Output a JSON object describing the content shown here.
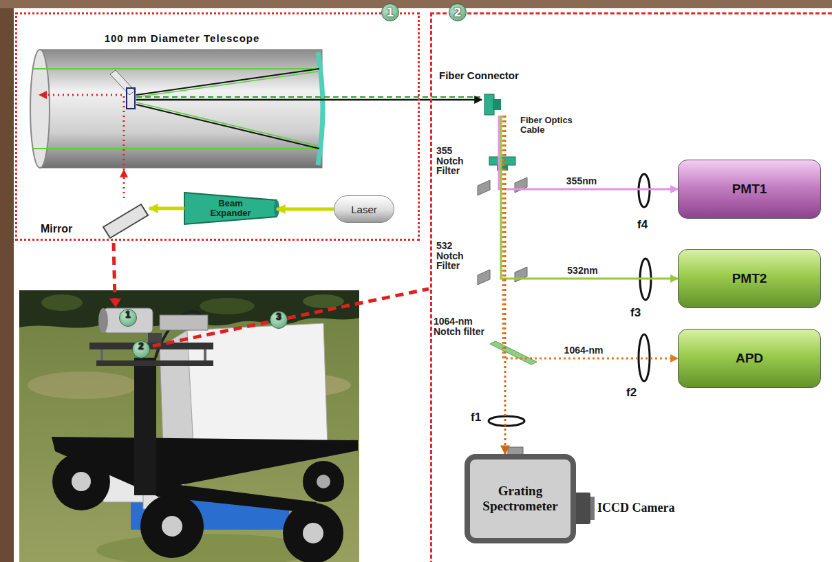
{
  "diagram": {
    "nodes": [
      {
        "text": [
          "1"
        ]
      },
      {
        "text": [
          "100 mm Diameter Telescope"
        ],
        "in": 0
      },
      {
        "text": [
          "Mirror"
        ],
        "in": 0
      },
      {
        "text": [
          "Beam Expander"
        ],
        "in": 0
      },
      {
        "text": [
          "Laser"
        ],
        "in": 0
      },
      {
        "text": [
          "2"
        ]
      },
      {
        "text": [
          "Fiber Connector"
        ],
        "in": 5
      },
      {
        "text": [
          "PMT1"
        ],
        "in": 5
      },
      {
        "text": [
          "PMT2"
        ],
        "in": 5
      },
      {
        "text": [
          "APD"
        ],
        "in": 5
      },
      {
        "text": [
          "Grating Spectrometer"
        ],
        "in": 5
      },
      {
        "text": [
          "ICCD Camera"
        ],
        "in": 5
      }
    ],
    "edges": [
      {
        "from": 4,
        "to": 3,
        "arrow": "to"
      },
      {
        "from": 3,
        "to": 2,
        "arrow": "to"
      },
      {
        "from": 2,
        "to": 1,
        "arrow": "to"
      },
      {
        "from": 1,
        "to": 6,
        "arrow": "to"
      },
      {
        "from": 6,
        "to": 7,
        "label": "355nm",
        "arrow": "to"
      },
      {
        "from": 6,
        "to": 8,
        "label": "532nm",
        "arrow": "to"
      },
      {
        "from": 6,
        "to": 9,
        "label": "1064-nm",
        "arrow": "to"
      },
      {
        "from": 6,
        "to": 10,
        "arrow": "to"
      }
    ],
    "labels": [
      "Fiber Optics Cable",
      "355 Notch Filter",
      "f4",
      "532 Notch Filter",
      "f3",
      "1064-nm Notch filter",
      "f2",
      "f1",
      "1",
      "2",
      "3"
    ]
  }
}
